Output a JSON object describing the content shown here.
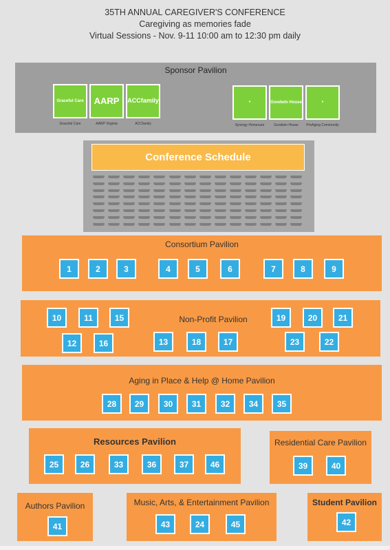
{
  "header": {
    "title": "35TH ANNUAL CAREGIVER'S CONFERENCE",
    "subtitle": "Caregiving as memories fade",
    "sessions": "Virtual Sessions - Nov. 9-11 10:00 am to 12:30 pm daily"
  },
  "sponsor_pavilion": {
    "title": "Sponsor Pavilion",
    "sponsors": [
      {
        "tile_label": "Graceful Care",
        "caption": "Graceful Care"
      },
      {
        "tile_label": "AARP",
        "caption": "AARP Virginia"
      },
      {
        "tile_label": "ACCfamily",
        "caption": "ACCfamily"
      },
      {
        "tile_label": "•",
        "caption": "Synergy Homecare"
      },
      {
        "tile_label": "Goodwin House",
        "caption": "Goodwin House"
      },
      {
        "tile_label": "•",
        "caption": "ProAging Community"
      }
    ]
  },
  "schedule": {
    "button_label": "Conference Schedule"
  },
  "consortium": {
    "title": "Consortium Pavilion",
    "booths": [
      "1",
      "2",
      "3",
      "4",
      "5",
      "6",
      "7",
      "8",
      "9"
    ]
  },
  "nonprofit": {
    "title": "Non-Profit Pavilion",
    "booths": [
      "10",
      "11",
      "15",
      "19",
      "20",
      "21",
      "12",
      "16",
      "13",
      "18",
      "17",
      "23",
      "22"
    ]
  },
  "aging": {
    "title": "Aging in Place & Help @ Home Pavilion",
    "booths": [
      "28",
      "29",
      "30",
      "31",
      "32",
      "34",
      "35"
    ]
  },
  "resources": {
    "title": "Resources Pavilion",
    "booths": [
      "25",
      "26",
      "33",
      "36",
      "37",
      "46"
    ]
  },
  "residential": {
    "title": "Residential Care Pavilion",
    "booths": [
      "39",
      "40"
    ]
  },
  "authors": {
    "title": "Authors Pavilion",
    "booths": [
      "41"
    ]
  },
  "music": {
    "title": "Music, Arts, & Entertainment Pavilion",
    "booths": [
      "43",
      "24",
      "45"
    ]
  },
  "student": {
    "title": "Student Pavilion",
    "booths": [
      "42"
    ]
  },
  "colors": {
    "pavilion_orange": "#f89a45",
    "booth_blue": "#34ade2",
    "sponsor_green": "#7ed03a",
    "schedule_yellow": "#f9ba4a",
    "sponsor_gray": "#9e9e9e"
  }
}
